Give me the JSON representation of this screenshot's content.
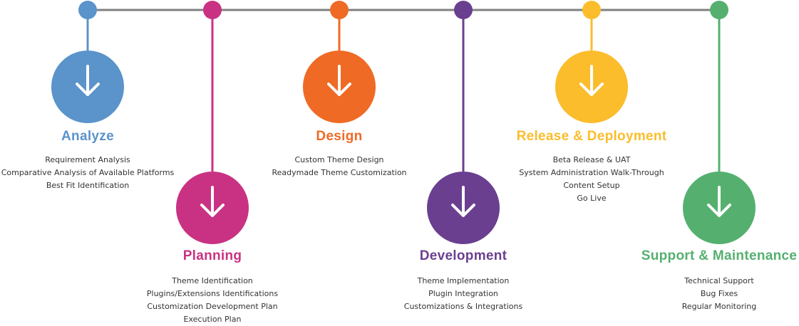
{
  "stages": [
    {
      "key": "analyze",
      "title": "Analyze",
      "color": "#5b93cb",
      "icon": "arrow-down-icon",
      "items": [
        "Requirement Analysis",
        "Comparative Analysis of Available Platforms",
        "Best Fit Identification"
      ]
    },
    {
      "key": "planning",
      "title": "Planning",
      "color": "#c93283",
      "icon": "arrow-down-icon",
      "items": [
        "Theme Identification",
        "Plugins/Extensions Identifications",
        "Customization Development Plan",
        "Execution Plan"
      ]
    },
    {
      "key": "design",
      "title": "Design",
      "color": "#ef6a24",
      "icon": "arrow-down-icon",
      "items": [
        "Custom Theme Design",
        "Readymade Theme Customization"
      ]
    },
    {
      "key": "development",
      "title": "Development",
      "color": "#6a3f90",
      "icon": "arrow-down-icon",
      "items": [
        "Theme Implementation",
        "Plugin Integration",
        "Customizations & Integrations"
      ]
    },
    {
      "key": "release",
      "title": "Release & Deployment",
      "color": "#fbbd2c",
      "icon": "arrow-down-icon",
      "items": [
        "Beta Release & UAT",
        "System Administration Walk-Through",
        "Content Setup",
        "Go Live"
      ]
    },
    {
      "key": "support",
      "title": "Support & Maintenance",
      "color": "#55b06f",
      "icon": "arrow-down-icon",
      "items": [
        "Technical Support",
        "Bug Fixes",
        "Regular Monitoring"
      ]
    }
  ],
  "timeline_color": "#808080"
}
